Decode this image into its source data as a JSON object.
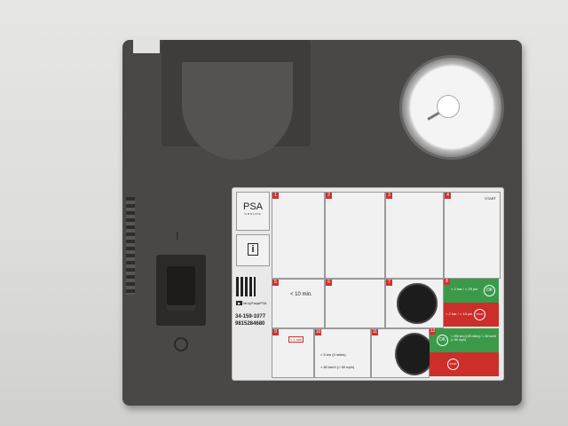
{
  "label": {
    "brand": "PSA",
    "brand_sub": "GROUPE",
    "info_icon": "i",
    "video_link": "bit.ly/FaqsPSA",
    "part_numbers": [
      "34-159-1077",
      "9815284680"
    ],
    "steps": [
      {
        "number": "1"
      },
      {
        "number": "2"
      },
      {
        "number": "3"
      },
      {
        "number": "4",
        "text": "START"
      },
      {
        "number": "5",
        "text": "< 10 min."
      },
      {
        "number": "6"
      },
      {
        "number": "7"
      },
      {
        "number": "8",
        "ok_text": "> 2 bar / > 29 psi",
        "ok_badge": "OK",
        "stop_text": "< 2 bar / < 15 psi",
        "stop_badge": "STOP"
      },
      {
        "number": "9",
        "text": "< 1 min"
      },
      {
        "number": "10",
        "distance": "< 5 km (3 miles)",
        "speed": "< 80 km/h (< 50 mph)"
      },
      {
        "number": "11"
      },
      {
        "number": "12",
        "ok_text": "< 200 km (125 miles) / < 80 km/h (< 50 mph)",
        "ok_badge": "OK",
        "stop_badge": "STOP"
      }
    ]
  },
  "switch": {
    "on_mark": "I"
  }
}
